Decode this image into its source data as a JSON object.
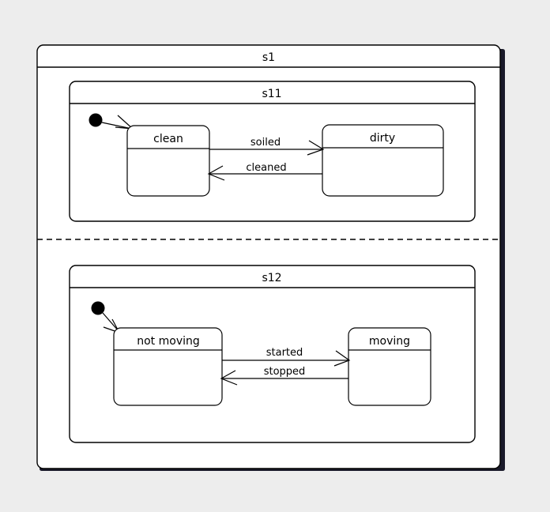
{
  "diagram": {
    "type": "uml-state-machine",
    "background_color": "#ededed",
    "line_color": "#000000",
    "fill_color": "#ffffff",
    "shadow_color": "#1a1a2a",
    "root_state": {
      "name": "s1",
      "label": "s1",
      "regions_separator": "dashed"
    },
    "regions": [
      {
        "id": "region-1",
        "composite": {
          "name": "s11",
          "label": "s11"
        },
        "initial_marker": "initial-state",
        "states": [
          {
            "id": "clean",
            "label": "clean"
          },
          {
            "id": "dirty",
            "label": "dirty"
          }
        ],
        "transitions": [
          {
            "id": "soiled",
            "label": "soiled",
            "from": "clean",
            "to": "dirty",
            "direction": "right"
          },
          {
            "id": "cleaned",
            "label": "cleaned",
            "from": "dirty",
            "to": "clean",
            "direction": "left"
          }
        ]
      },
      {
        "id": "region-2",
        "composite": {
          "name": "s12",
          "label": "s12"
        },
        "initial_marker": "initial-state",
        "states": [
          {
            "id": "not-moving",
            "label": "not moving"
          },
          {
            "id": "moving",
            "label": "moving"
          }
        ],
        "transitions": [
          {
            "id": "started",
            "label": "started",
            "from": "not-moving",
            "to": "moving",
            "direction": "right"
          },
          {
            "id": "stopped",
            "label": "stopped",
            "from": "moving",
            "to": "not-moving",
            "direction": "left"
          }
        ]
      }
    ]
  }
}
